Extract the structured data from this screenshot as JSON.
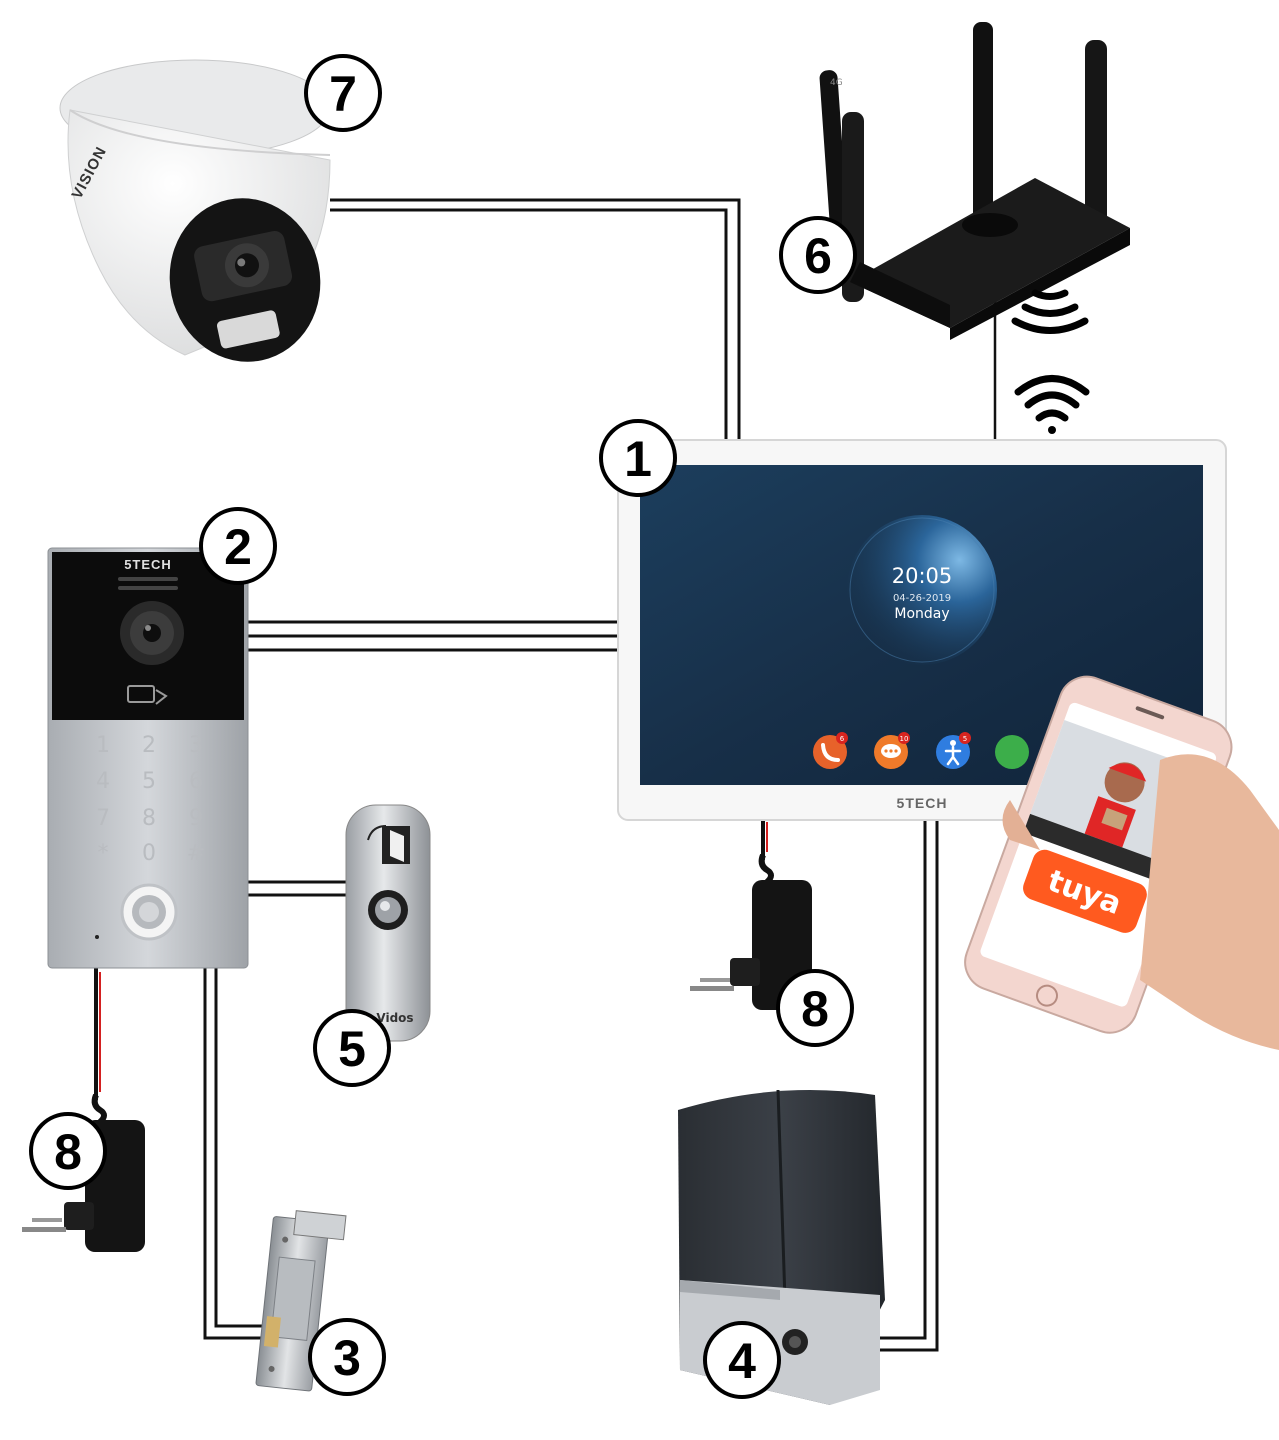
{
  "badges": {
    "monitor": "1",
    "door_station": "2",
    "electric_lock": "3",
    "gate_motor": "4",
    "exit_button": "5",
    "router": "6",
    "camera": "7",
    "power_supply_monitor": "8",
    "power_supply_door": "8"
  },
  "monitor": {
    "brand": "5TECH",
    "time": "20:05",
    "date": "04-26-2019",
    "day": "Monday",
    "app_icons": [
      {
        "name": "call-icon",
        "color": "#e7622a",
        "badge": "6"
      },
      {
        "name": "message-icon",
        "color": "#ef7a2a",
        "badge": "10"
      },
      {
        "name": "person-icon",
        "color": "#2f7de0",
        "badge": "5"
      },
      {
        "name": "green-app-icon",
        "color": "#3cae4a",
        "badge": ""
      }
    ]
  },
  "door_station": {
    "brand": "5TECH",
    "keys": [
      "1",
      "2",
      "3",
      "4",
      "5",
      "6",
      "7",
      "8",
      "9",
      "*",
      "0",
      "#"
    ]
  },
  "exit_button": {
    "brand": "Vidos"
  },
  "camera": {
    "brand": "VISION"
  },
  "router": {
    "antenna_label": "4G"
  },
  "phone": {
    "app_name": "tuya"
  },
  "colors": {
    "wire": "#111111",
    "wire_red": "#d42020",
    "screen": "#1b3553",
    "badge_stroke": "#000000"
  }
}
